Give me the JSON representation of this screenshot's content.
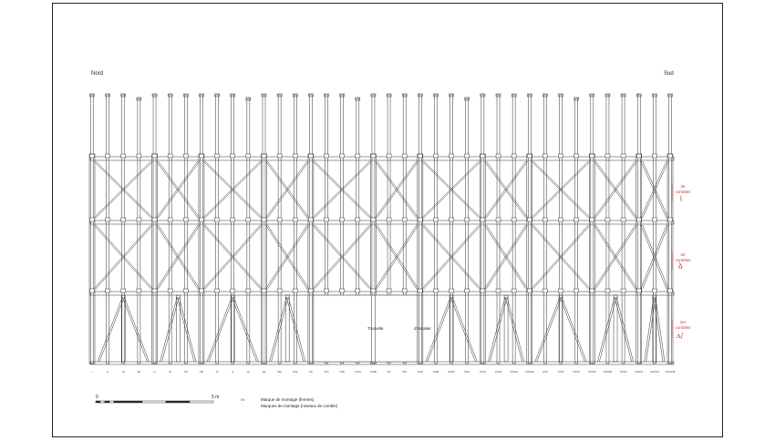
{
  "labels": {
    "north": "Nord",
    "south": "Sud",
    "stair": "Trumelle",
    "stair2": "d'escalier"
  },
  "levels": [
    {
      "text": "3e combles",
      "mark": "⌇"
    },
    {
      "text": "2e combles",
      "mark": "ბ"
    },
    {
      "text": "1er combles",
      "mark": "ʌ/"
    }
  ],
  "scale": {
    "start": "0",
    "end": "5 m"
  },
  "legend": [
    {
      "symbol": "xv",
      "text": "Marque de montage (fermes)"
    },
    {
      "symbol": "·",
      "text": "Marques de montage (niveaux de comble)"
    }
  ],
  "truss_numbers": [
    "I",
    "II",
    "III",
    "IIII",
    "V",
    "VI",
    "VII",
    "VIII",
    "IX",
    "X",
    "XI",
    "XII",
    "XIII",
    "XIIII",
    "XV",
    "XVI",
    "XVII",
    "XVIII",
    "XVIIII",
    "XX",
    "XXI",
    "XXII",
    "XXIII",
    "XXIIII",
    "XXV",
    "XXVI",
    "XXVII",
    "XXVIII",
    "XXVIIII",
    "XXX",
    "XXXI",
    "XXXII",
    "XXXIII",
    "XXXIIII",
    "XXXV",
    "XXXVI",
    "XXXVII",
    "XXXVIII"
  ],
  "colors": {
    "line": "#333333",
    "accent": "#e0282e"
  }
}
